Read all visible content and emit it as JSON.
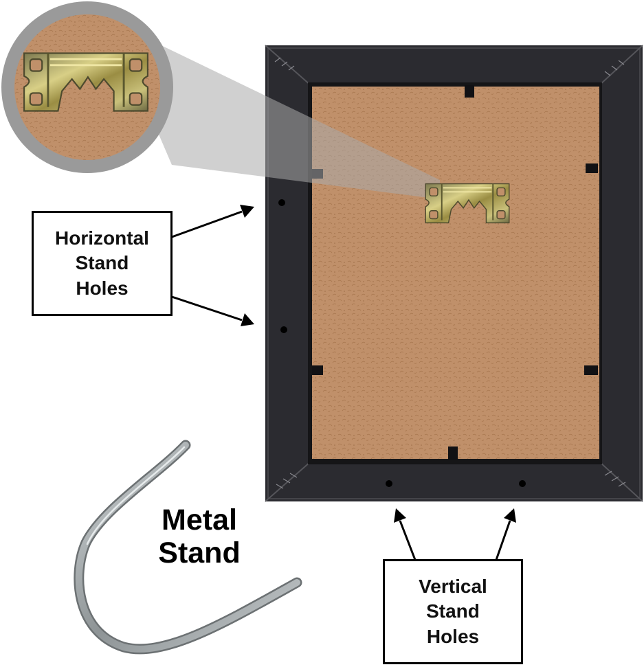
{
  "labels": {
    "horizontal": [
      "Horizontal",
      "Stand",
      "Holes"
    ],
    "vertical": [
      "Vertical",
      "Stand",
      "Holes"
    ],
    "metal_stand": [
      "Metal",
      "Stand"
    ]
  },
  "colors": {
    "frame": "#2b2b30",
    "backing": "#c0906a",
    "hanger_metal": "#b4a35a",
    "stand_wire": "#a9aeb1",
    "zoom_ring": "#9a9a9a"
  },
  "icons": {
    "sawtooth_hanger": "sawtooth-hanger-icon",
    "metal_stand": "u-shaped-wire-icon"
  }
}
